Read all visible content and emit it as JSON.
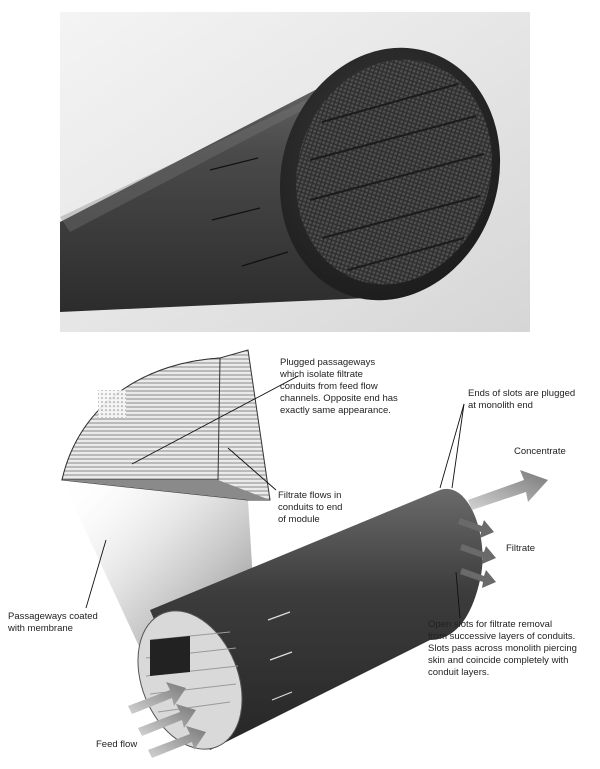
{
  "labels": {
    "plugged": "Plugged passageways\nwhich isolate filtrate\nconduits from feed flow\nchannels. Opposite end has\nexactly same appearance.",
    "ends": "Ends of slots are plugged\nat monolith end",
    "concentrate": "Concentrate",
    "filtrate_flows": "Filtrate flows in\nconduits to end\nof module",
    "filtrate": "Filtrate",
    "passageways": "Passageways coated\nwith membrane",
    "open_slots": "Open slots for filtrate removal\nfrom successive layers of conduits.\nSlots pass across monolith piercing\nskin and coincide completely with\nconduit layers.",
    "feed": "Feed flow"
  },
  "colors": {
    "photo_background": "#e4e4e4",
    "monolith_body": "#3a3a3a",
    "monolith_face": "#2a2a2a",
    "arrow_gray": "#8a8a8a",
    "leader_line": "#111111"
  }
}
